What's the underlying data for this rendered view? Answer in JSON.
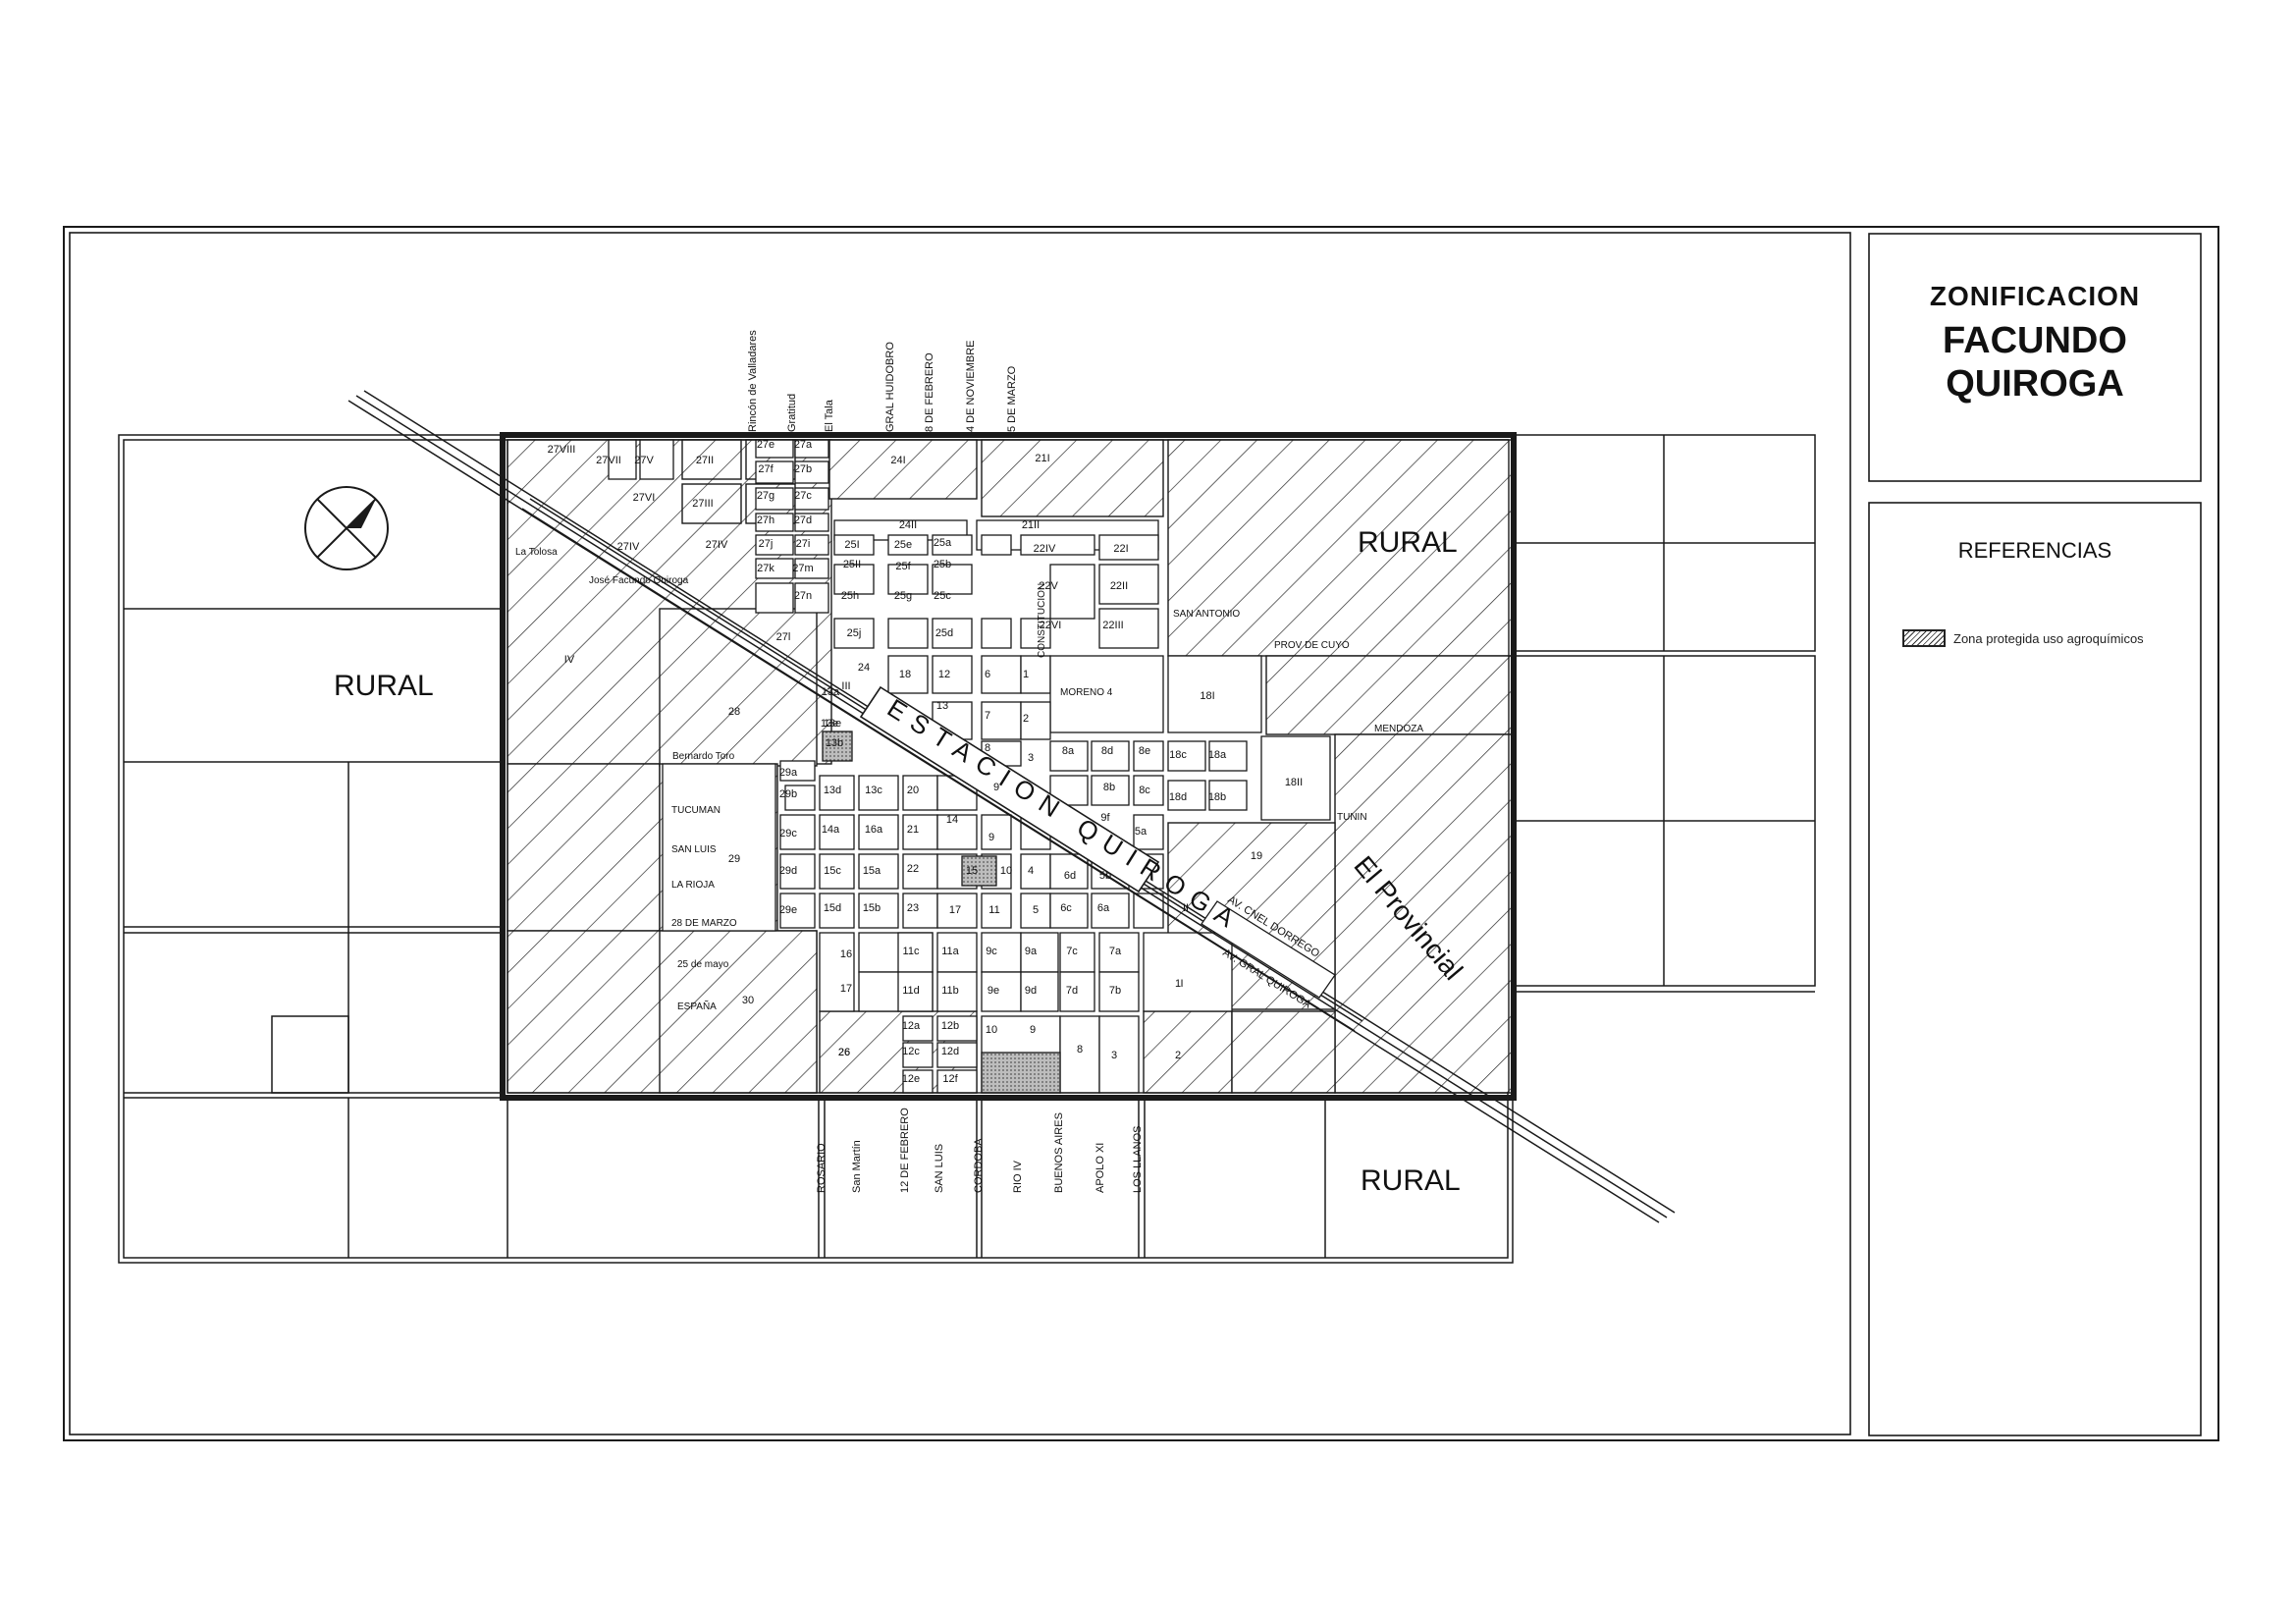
{
  "header": {
    "label": "ZONIFICACION",
    "town_line1": "FACUNDO",
    "town_line2": "QUIROGA"
  },
  "legend": {
    "title": "REFERENCIAS",
    "items": [
      {
        "label": "Zona protegida uso agroquímicos",
        "pattern": "hatched"
      }
    ]
  },
  "map": {
    "zone_labels": {
      "rural_west": "RURAL",
      "rural_northeast": "RURAL",
      "rural_south": "RURAL"
    },
    "railway": "ESTACION QUIROGA",
    "provincial_road": "El Provincial",
    "north_icon": "north-arrow-icon",
    "top_streets": [
      "Rincón de Valladares",
      "Gratitud",
      "El Tala",
      "GRAL HUIDOBRO",
      "8 DE FEBRERO",
      "4 DE NOVIEMBRE",
      "5 DE MARZO"
    ],
    "bottom_streets": [
      "ROSARIO",
      "San Martín",
      "12 DE FEBRERO",
      "SAN LUIS",
      "CORDOBA",
      "RIO IV",
      "BUENOS AIRES",
      "APOLO XI",
      "LOS LLANOS"
    ],
    "internal_streets": {
      "tucuman": "TUCUMAN",
      "san_luis": "SAN LUIS",
      "la_rioja": "LA RIOJA",
      "marzo_28": "28 DE MARZO",
      "mayo_25": "25 de mayo",
      "espana": "ESPAÑA",
      "bernardo": "Bernardo Toro",
      "la_tolosa": "La Tolosa",
      "jose": "José Facundo Quiroga",
      "constitucion": "CONSTITUCION",
      "moreno": "MORENO 4",
      "san_antonio": "SAN ANTONIO",
      "prov_cuyo": "PROV DE CUYO",
      "mendoza": "MENDOZA",
      "tunin": "TUNIN",
      "av1": "AV. CNEL DORREGO",
      "av2": "AV. GRAL QUIROGA"
    },
    "colors": {
      "line": "#1a1a1a",
      "hatch": "#2a2a2a",
      "shaded": "#9a9a9a"
    },
    "zones": [
      {
        "id": "27VIII",
        "label": "27VIII"
      },
      {
        "id": "27VII",
        "label": "27VII"
      },
      {
        "id": "27V",
        "label": "27V"
      },
      {
        "id": "27II",
        "label": "27II"
      },
      {
        "id": "27VI",
        "label": "27VI"
      },
      {
        "id": "27III",
        "label": "27III"
      },
      {
        "id": "27IV",
        "label": "27IV"
      },
      {
        "id": "27IVb",
        "label": "27IV"
      },
      {
        "id": "27a",
        "label": "27a"
      },
      {
        "id": "27b",
        "label": "27b"
      },
      {
        "id": "27c",
        "label": "27c"
      },
      {
        "id": "27d",
        "label": "27d"
      },
      {
        "id": "27e",
        "label": "27e"
      },
      {
        "id": "27f",
        "label": "27f"
      },
      {
        "id": "27g",
        "label": "27g"
      },
      {
        "id": "27h",
        "label": "27h"
      },
      {
        "id": "27i",
        "label": "27i"
      },
      {
        "id": "27j",
        "label": "27j"
      },
      {
        "id": "27k",
        "label": "27k"
      },
      {
        "id": "27m",
        "label": "27m"
      },
      {
        "id": "27n",
        "label": "27n"
      },
      {
        "id": "27l",
        "label": "27l"
      },
      {
        "id": "24I",
        "label": "24I"
      },
      {
        "id": "24II",
        "label": "24II"
      },
      {
        "id": "21I",
        "label": "21I"
      },
      {
        "id": "21II",
        "label": "21II"
      },
      {
        "id": "22I",
        "label": "22I"
      },
      {
        "id": "22II",
        "label": "22II"
      },
      {
        "id": "22III",
        "label": "22III"
      },
      {
        "id": "22IV",
        "label": "22IV"
      },
      {
        "id": "22V",
        "label": "22V"
      },
      {
        "id": "22VI",
        "label": "22VI"
      },
      {
        "id": "25I",
        "label": "25I"
      },
      {
        "id": "25II",
        "label": "25II"
      },
      {
        "id": "25a",
        "label": "25a"
      },
      {
        "id": "25b",
        "label": "25b"
      },
      {
        "id": "25c",
        "label": "25c"
      },
      {
        "id": "25d",
        "label": "25d"
      },
      {
        "id": "25e",
        "label": "25e"
      },
      {
        "id": "25f",
        "label": "25f"
      },
      {
        "id": "25g",
        "label": "25g"
      },
      {
        "id": "25h",
        "label": "25h"
      },
      {
        "id": "25j",
        "label": "25j"
      },
      {
        "id": "24",
        "label": "24"
      },
      {
        "id": "IV",
        "label": "IV"
      },
      {
        "id": "26",
        "label": "26"
      },
      {
        "id": "28",
        "label": "28"
      },
      {
        "id": "29",
        "label": "29"
      },
      {
        "id": "29a",
        "label": "29a"
      },
      {
        "id": "29b",
        "label": "29b"
      },
      {
        "id": "29c",
        "label": "29c"
      },
      {
        "id": "29d",
        "label": "29d"
      },
      {
        "id": "29e",
        "label": "29e"
      },
      {
        "id": "30",
        "label": "30"
      },
      {
        "id": "III",
        "label": "III"
      },
      {
        "id": "II",
        "label": "II"
      },
      {
        "id": "I",
        "label": "I"
      },
      {
        "id": "18I",
        "label": "18I"
      },
      {
        "id": "18II",
        "label": "18II"
      },
      {
        "id": "18a",
        "label": "18a"
      },
      {
        "id": "18b",
        "label": "18b"
      },
      {
        "id": "18c",
        "label": "18c"
      },
      {
        "id": "18d",
        "label": "18d"
      },
      {
        "id": "19",
        "label": "19"
      },
      {
        "id": "18",
        "label": "18"
      },
      {
        "id": "12",
        "label": "12"
      },
      {
        "id": "6",
        "label": "6"
      },
      {
        "id": "1",
        "label": "1"
      },
      {
        "id": "13",
        "label": "13"
      },
      {
        "id": "7",
        "label": "7"
      },
      {
        "id": "2",
        "label": "2"
      },
      {
        "id": "8",
        "label": "8"
      },
      {
        "id": "3",
        "label": "3"
      },
      {
        "id": "13a",
        "label": "13a"
      },
      {
        "id": "13b",
        "label": "13b"
      },
      {
        "id": "13c",
        "label": "13c"
      },
      {
        "id": "13d",
        "label": "13d"
      },
      {
        "id": "13e",
        "label": "13e"
      },
      {
        "id": "20",
        "label": "20"
      },
      {
        "id": "21",
        "label": "21"
      },
      {
        "id": "22",
        "label": "22"
      },
      {
        "id": "23",
        "label": "23"
      },
      {
        "id": "14",
        "label": "14"
      },
      {
        "id": "14a",
        "label": "14a"
      },
      {
        "id": "16a",
        "label": "16a"
      },
      {
        "id": "15c",
        "label": "15c"
      },
      {
        "id": "15d",
        "label": "15d"
      },
      {
        "id": "15a",
        "label": "15a"
      },
      {
        "id": "15b",
        "label": "15b"
      },
      {
        "id": "15",
        "label": "15"
      },
      {
        "id": "10",
        "label": "10"
      },
      {
        "id": "9",
        "label": "9"
      },
      {
        "id": "4",
        "label": "4"
      },
      {
        "id": "9b",
        "label": "9"
      },
      {
        "id": "17",
        "label": "17"
      },
      {
        "id": "11",
        "label": "11"
      },
      {
        "id": "5",
        "label": "5"
      },
      {
        "id": "16",
        "label": "16"
      },
      {
        "id": "17b",
        "label": "17"
      },
      {
        "id": "11a",
        "label": "11a"
      },
      {
        "id": "11b",
        "label": "11b"
      },
      {
        "id": "11c",
        "label": "11c"
      },
      {
        "id": "11d",
        "label": "11d"
      },
      {
        "id": "9a",
        "label": "9a"
      },
      {
        "id": "9c",
        "label": "9c"
      },
      {
        "id": "9d",
        "label": "9d"
      },
      {
        "id": "9e",
        "label": "9e"
      },
      {
        "id": "7a",
        "label": "7a"
      },
      {
        "id": "7b",
        "label": "7b"
      },
      {
        "id": "7c",
        "label": "7c"
      },
      {
        "id": "7d",
        "label": "7d"
      },
      {
        "id": "8a",
        "label": "8a"
      },
      {
        "id": "8b",
        "label": "8b"
      },
      {
        "id": "8c",
        "label": "8c"
      },
      {
        "id": "8d",
        "label": "8d"
      },
      {
        "id": "8e",
        "label": "8e"
      },
      {
        "id": "9f",
        "label": "9f"
      },
      {
        "id": "5a",
        "label": "5a"
      },
      {
        "id": "5b",
        "label": "5b"
      },
      {
        "id": "6a",
        "label": "6a"
      },
      {
        "id": "6c",
        "label": "6c"
      },
      {
        "id": "6d",
        "label": "6d"
      },
      {
        "id": "1b",
        "label": "1"
      },
      {
        "id": "2b",
        "label": "2"
      },
      {
        "id": "3b",
        "label": "3"
      },
      {
        "id": "8f",
        "label": "8"
      },
      {
        "id": "9g",
        "label": "9"
      },
      {
        "id": "10b",
        "label": "10"
      },
      {
        "id": "26b",
        "label": "26"
      },
      {
        "id": "12a",
        "label": "12a"
      },
      {
        "id": "12b",
        "label": "12b"
      },
      {
        "id": "12c",
        "label": "12c"
      },
      {
        "id": "12d",
        "label": "12d"
      },
      {
        "id": "12e",
        "label": "12e"
      },
      {
        "id": "12f",
        "label": "12f"
      },
      {
        "id": "13ee",
        "label": "13e"
      }
    ]
  }
}
